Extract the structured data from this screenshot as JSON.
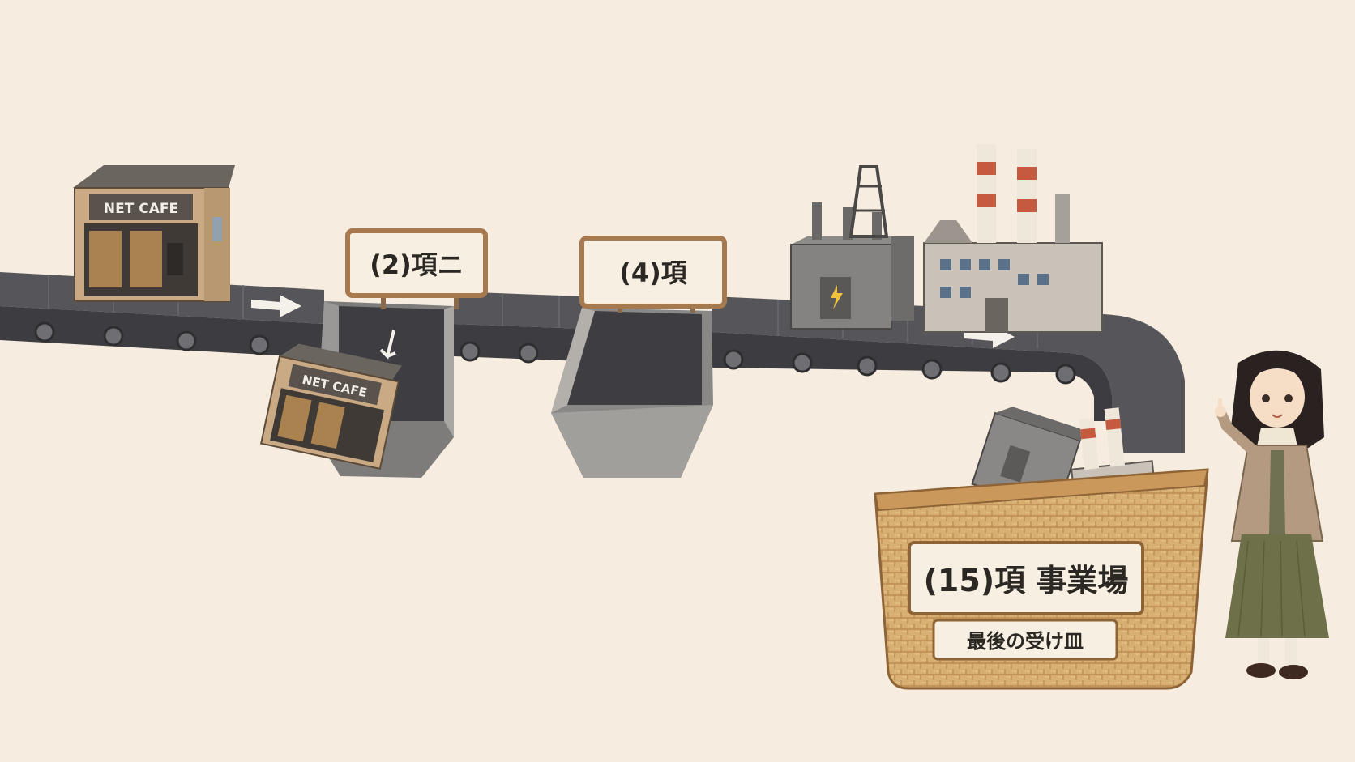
{
  "stores": {
    "top_sign": "NET CAFE",
    "falling_sign": "NET CAFE"
  },
  "signs": {
    "sign_2": "(2)項ニ",
    "sign_4": "(4)項",
    "sign_15": "(15)項 事業場",
    "sign_15_sub": "最後の受け皿"
  },
  "colors": {
    "background": "#f6ecdf",
    "belt": "#4a4a4e",
    "sign_border": "#a6794f",
    "basket": "#d3a86b",
    "chimney_red": "#c55a3e"
  }
}
